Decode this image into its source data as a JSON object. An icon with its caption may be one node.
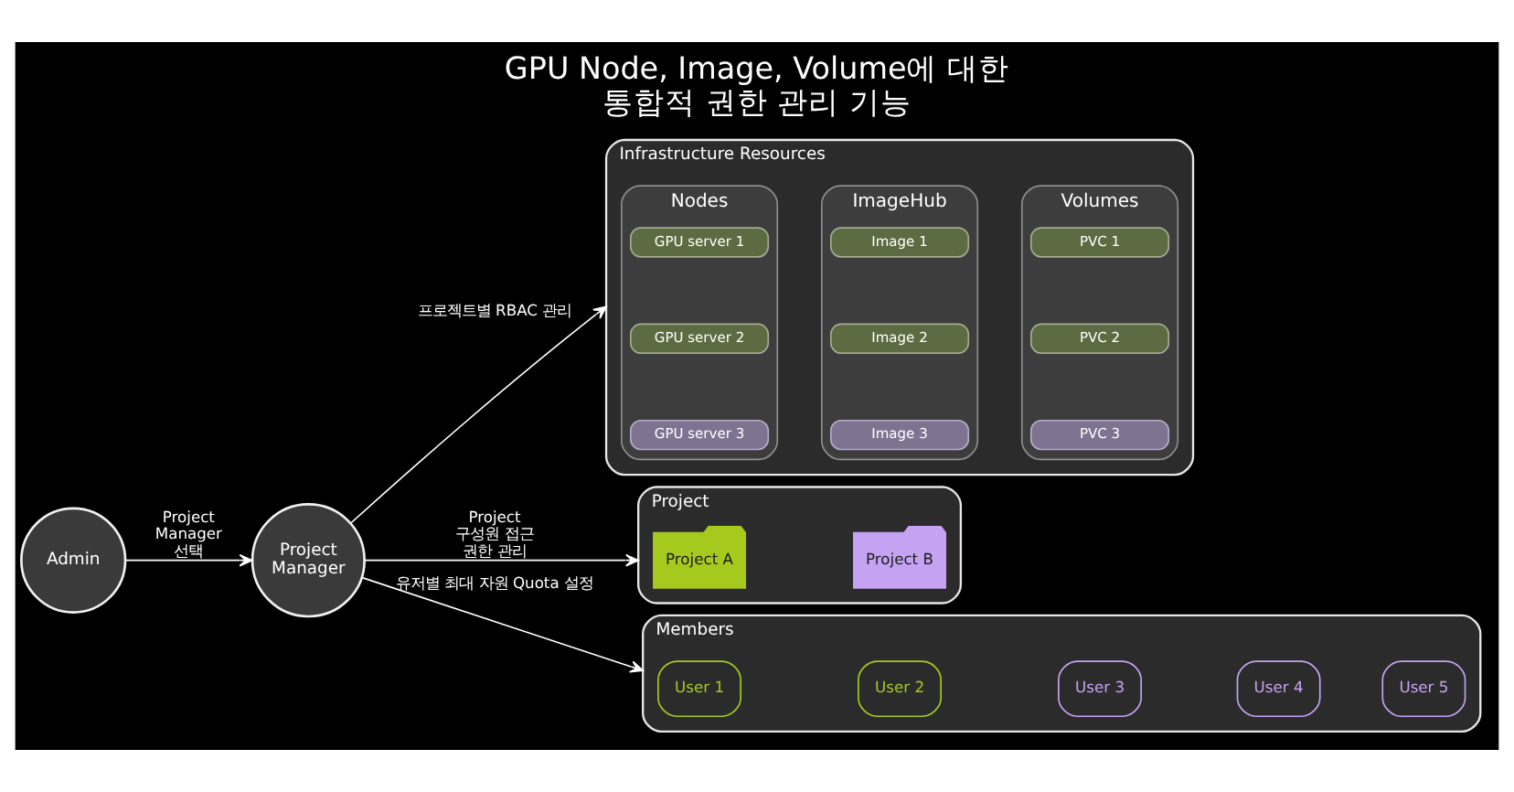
{
  "diagram": {
    "title": "GPU Node, Image, Volume에 대한 통합적 권한 관리 기능",
    "nodes": [
      {
        "text": [
          "Admin"
        ]
      },
      {
        "text": [
          "Project Manager"
        ]
      },
      {
        "text": [
          "Infrastructure Resources"
        ]
      },
      {
        "text": [
          "Nodes"
        ],
        "in": 2
      },
      {
        "text": [
          "GPU server 1"
        ],
        "in": 3
      },
      {
        "text": [
          "GPU server 2"
        ],
        "in": 3
      },
      {
        "text": [
          "GPU server 3"
        ],
        "in": 3
      },
      {
        "text": [
          "ImageHub"
        ],
        "in": 2
      },
      {
        "text": [
          "Image 1"
        ],
        "in": 7
      },
      {
        "text": [
          "Image 2"
        ],
        "in": 7
      },
      {
        "text": [
          "Image 3"
        ],
        "in": 7
      },
      {
        "text": [
          "Volumes"
        ],
        "in": 2
      },
      {
        "text": [
          "PVC 1"
        ],
        "in": 11
      },
      {
        "text": [
          "PVC 2"
        ],
        "in": 11
      },
      {
        "text": [
          "PVC 3"
        ],
        "in": 11
      },
      {
        "text": [
          "Project"
        ]
      },
      {
        "text": [
          "Project A"
        ],
        "in": 15
      },
      {
        "text": [
          "Project B"
        ],
        "in": 15
      },
      {
        "text": [
          "Members"
        ]
      },
      {
        "text": [
          "User 1"
        ],
        "in": 18
      },
      {
        "text": [
          "User 2"
        ],
        "in": 18
      },
      {
        "text": [
          "User 3"
        ],
        "in": 18
      },
      {
        "text": [
          "User 4"
        ],
        "in": 18
      },
      {
        "text": [
          "User 5"
        ],
        "in": 18
      }
    ],
    "edges": [
      {
        "from": 0,
        "to": 1,
        "arrow": "to",
        "label": "Project Manager 선택"
      },
      {
        "from": 1,
        "to": 2,
        "arrow": "to",
        "label": "프로젝트별 RBAC 관리"
      },
      {
        "from": 1,
        "to": 15,
        "arrow": "to",
        "label": "Project 구성원 접근 권한 관리"
      },
      {
        "from": 1,
        "to": 18,
        "arrow": "to",
        "label": "유저별 최대 자원 Quota 설정"
      }
    ]
  }
}
